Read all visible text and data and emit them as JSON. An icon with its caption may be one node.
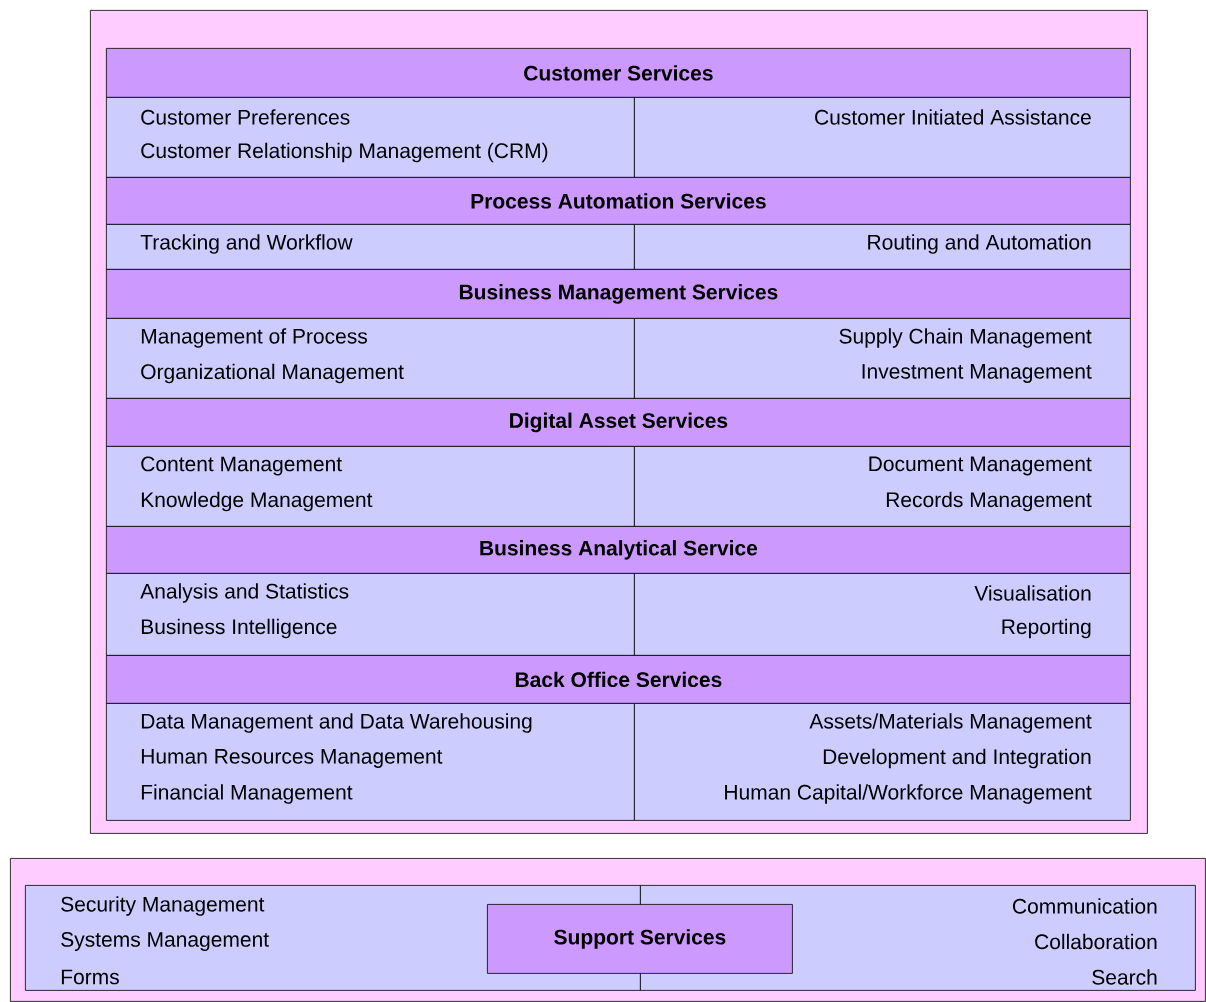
{
  "diagram": {
    "nodes": [
      {
        "text": [],
        "shape": "box"
      },
      {
        "text": [
          "Customer Services"
        ],
        "in": 0
      },
      {
        "text": [
          "Customer Preferences",
          "Customer Relationship Management (CRM)"
        ],
        "in": 0
      },
      {
        "text": [
          "Customer Initiated Assistance"
        ],
        "in": 0
      },
      {
        "text": [
          "Process Automation Services"
        ],
        "in": 0
      },
      {
        "text": [
          "Tracking and Workflow"
        ],
        "in": 0
      },
      {
        "text": [
          "Routing and Automation"
        ],
        "in": 0
      },
      {
        "text": [
          "Business Management Services"
        ],
        "in": 0
      },
      {
        "text": [
          "Management of Process",
          "Organizational Management"
        ],
        "in": 0
      },
      {
        "text": [
          "Supply Chain Management",
          "Investment Management"
        ],
        "in": 0
      },
      {
        "text": [
          "Digital Asset Services"
        ],
        "in": 0
      },
      {
        "text": [
          "Content Management",
          "Knowledge Management"
        ],
        "in": 0
      },
      {
        "text": [
          "Document Management",
          "Records Management"
        ],
        "in": 0
      },
      {
        "text": [
          "Business Analytical Service"
        ],
        "in": 0
      },
      {
        "text": [
          "Analysis and Statistics",
          "Business Intelligence"
        ],
        "in": 0
      },
      {
        "text": [
          "Visualisation",
          "Reporting"
        ],
        "in": 0
      },
      {
        "text": [
          "Back Office Services"
        ],
        "in": 0
      },
      {
        "text": [
          "Data Management and Data Warehousing",
          "Human Resources Management",
          "Financial Management"
        ],
        "in": 0
      },
      {
        "text": [
          "Assets/Materials Management",
          "Development and Integration",
          "Human Capital/Workforce Management"
        ],
        "in": 0
      },
      {
        "text": [],
        "shape": "box"
      },
      {
        "text": [
          "Security Management",
          "Systems Management",
          "Forms"
        ],
        "in": 19
      },
      {
        "text": [
          "Support Services"
        ],
        "in": 19
      },
      {
        "text": [
          "Communication",
          "Collaboration",
          "Search"
        ],
        "in": 19
      }
    ]
  }
}
